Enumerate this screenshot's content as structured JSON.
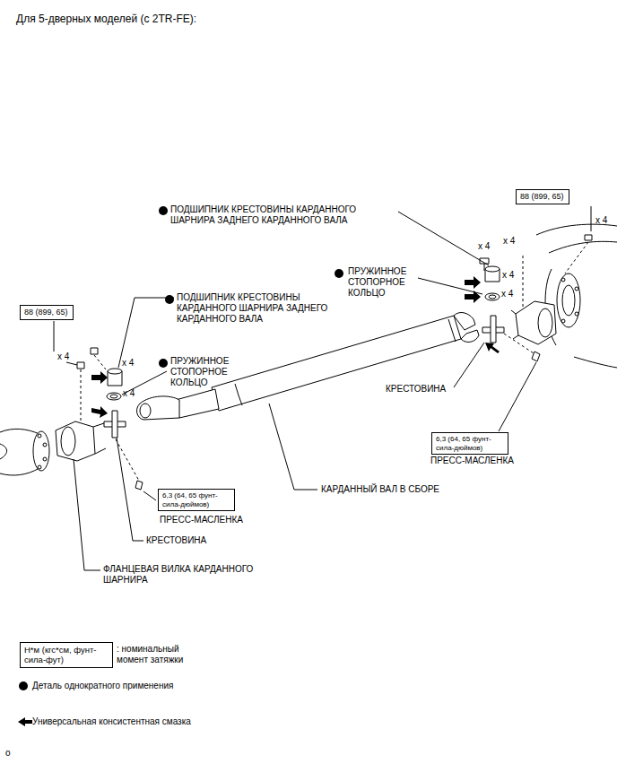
{
  "diagram": {
    "title": "Для 5-дверных моделей (с 2TR-FE):",
    "nodes": [
      {
        "text": [
          "88 (899, 65)"
        ]
      },
      {
        "text": [
          "88 (899, 65)"
        ]
      },
      {
        "text": [
          "6,3 (64, 65 фунт-сила-дюймов)"
        ]
      },
      {
        "text": [
          "6,3 (64, 65 фунт-сила-дюймов)"
        ]
      },
      {
        "text": [
          "Н*м (кгс*см, фунт-сила-фут)"
        ]
      }
    ],
    "labels": [
      "x 4",
      "ПОДШИПНИК КРЕСТОВИНЫ КАРДАННОГО ШАРНИРА ЗАДНЕГО КАРДАННОГО ВАЛА",
      "x 4",
      "x 4",
      "ПРУЖИННОЕ СТОПОРНОЕ КОЛЬЦО",
      "x 4",
      "x 4",
      "ПОДШИПНИК КРЕСТОВИНЫ КАРДАННОГО ШАРНИРА ЗАДНЕГО КАРДАННОГО ВАЛА",
      "x 4",
      "x 4",
      "ПРУЖИННОЕ СТОПОРНОЕ КОЛЬЦО",
      "x 4",
      "КРЕСТОВИНА",
      "ПРЕСС-МАСЛЕНКА",
      "КАРДАННЫЙ ВАЛ В СБОРЕ",
      "ПРЕСС-МАСЛЕНКА",
      "КРЕСТОВИНА",
      "ФЛАНЦЕВАЯ ВИЛКА КАРДАННОГО ШАРНИРА",
      "o"
    ],
    "legend": [
      {
        "text": ": номинальный момент затяжки"
      },
      {
        "text": "Деталь однократного применения"
      },
      {
        "text": "Универсальная консистентная смазка"
      }
    ]
  }
}
